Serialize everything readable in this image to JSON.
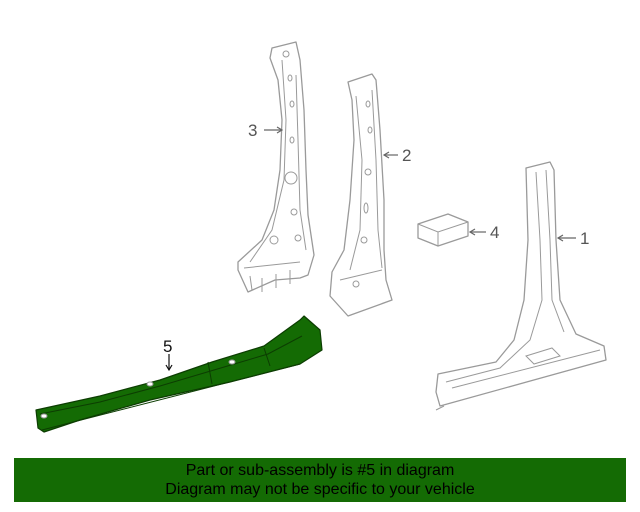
{
  "diagram": {
    "callouts": [
      {
        "id": "1",
        "label": "1"
      },
      {
        "id": "2",
        "label": "2"
      },
      {
        "id": "3",
        "label": "3"
      },
      {
        "id": "4",
        "label": "4"
      },
      {
        "id": "5",
        "label": "5"
      }
    ],
    "highlighted_part": "5",
    "highlight_color": "#146b04",
    "outline_color": "#9a9a9a"
  },
  "banner": {
    "line1": "Part or sub-assembly is #5 in diagram",
    "line2": "Diagram may not be specific to your vehicle",
    "background": "#146b04"
  }
}
